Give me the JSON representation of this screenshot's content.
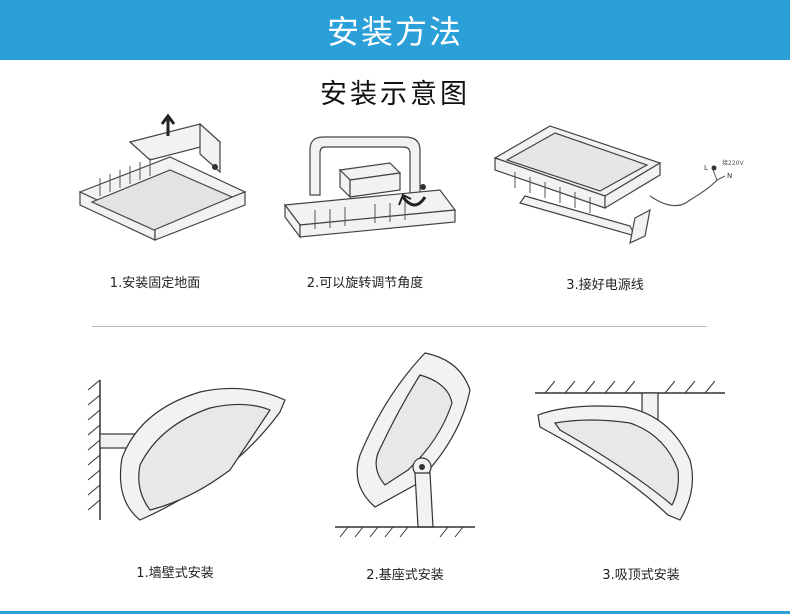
{
  "banner": {
    "title": "安装方法",
    "color": "#2a9fd8"
  },
  "heading": "安装示意图",
  "steps_top": [
    {
      "label": "1.安装固定地面",
      "icon": "floor-fixed-install-icon"
    },
    {
      "label": "2.可以旋转调节角度",
      "icon": "rotate-angle-adjust-icon"
    },
    {
      "label": "3.接好电源线",
      "icon": "power-cable-connect-icon"
    }
  ],
  "power_marks": {
    "wire_label": "接220V",
    "l": "L",
    "n": "N"
  },
  "steps_bottom": [
    {
      "label": "1.墙壁式安装",
      "icon": "wall-mount-icon"
    },
    {
      "label": "2.基座式安装",
      "icon": "base-mount-icon"
    },
    {
      "label": "3.吸顶式安装",
      "icon": "ceiling-mount-icon"
    }
  ]
}
